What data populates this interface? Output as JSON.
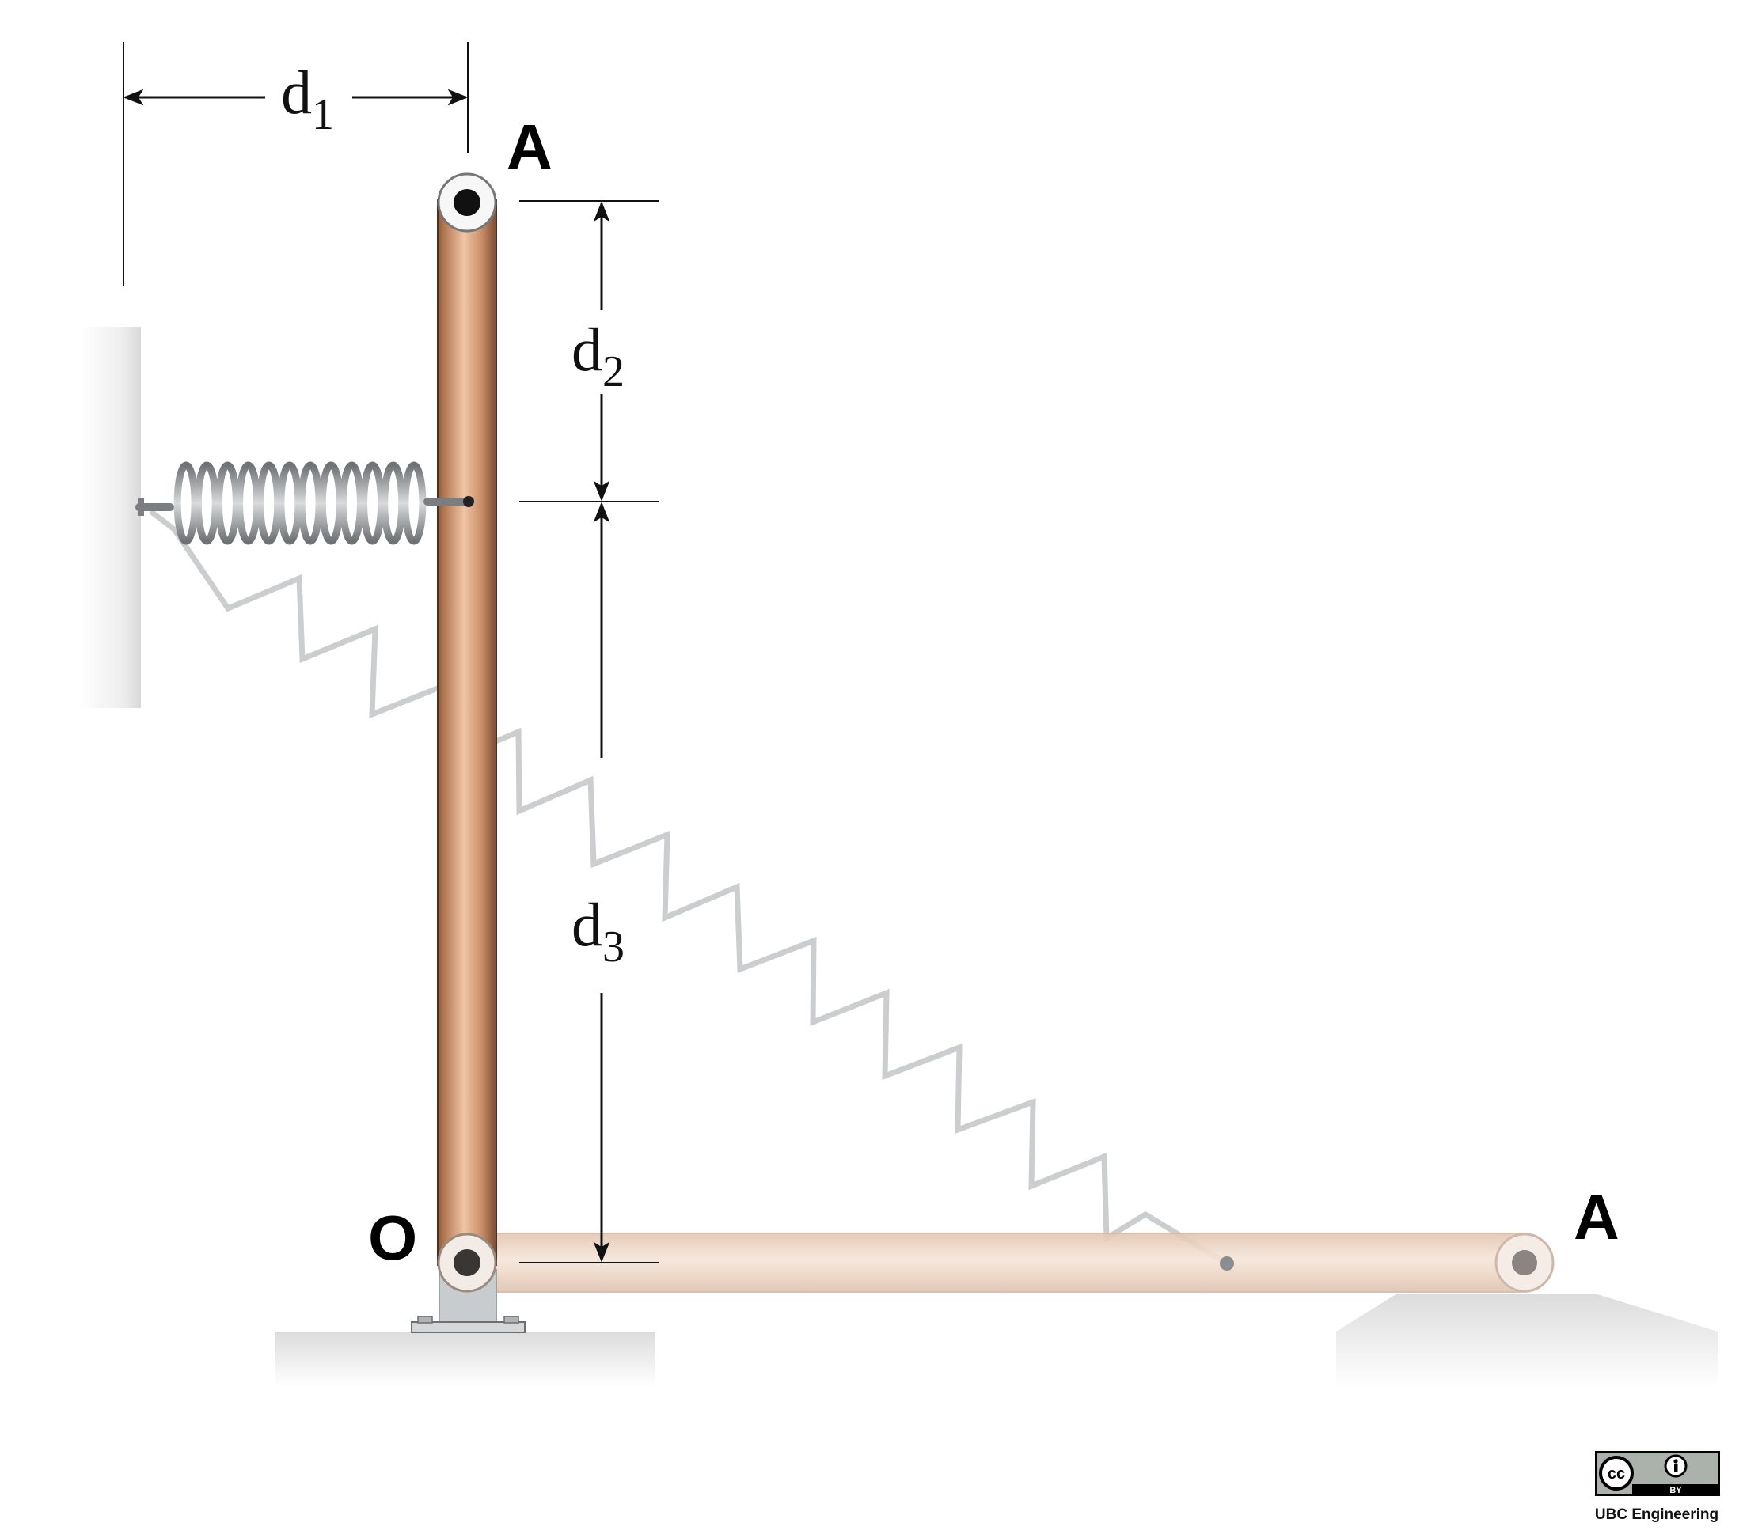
{
  "dimensions": {
    "d1": {
      "base": "d",
      "sub": "1"
    },
    "d2": {
      "base": "d",
      "sub": "2"
    },
    "d3": {
      "base": "d",
      "sub": "3"
    }
  },
  "points": {
    "top_label": "A",
    "pivot_label": "O",
    "rotated_label": "A"
  },
  "license": {
    "cc": "cc",
    "by": "BY",
    "credit": "UBC Engineering"
  },
  "colors": {
    "bar": "#d9a07a",
    "bar_ghost": "#f2ddcc",
    "spring": "#8a8e90",
    "spring_ghost": "#c8cacb",
    "wall": "#e4e4e4"
  }
}
